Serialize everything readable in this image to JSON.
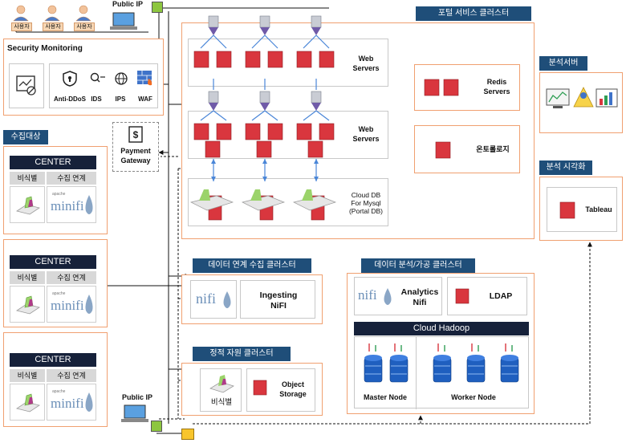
{
  "users": [
    "사용자",
    "사용자",
    "사용자"
  ],
  "public_ip_top": "Public IP",
  "public_ip_bottom": "Public IP",
  "security": {
    "title": "Security Monitoring",
    "items": [
      "Anti-DDoS",
      "IDS",
      "IPS",
      "WAF"
    ]
  },
  "payment": {
    "line1": "Payment",
    "line2": "Gateway"
  },
  "collection": {
    "title": "수집대상",
    "centers": [
      {
        "name": "CENTER",
        "col1": "비식별",
        "col2": "수집 연계",
        "logo": "minifi",
        "logo_small": "apache"
      },
      {
        "name": "CENTER",
        "col1": "비식별",
        "col2": "수집 연계",
        "logo": "minifi",
        "logo_small": "apache"
      },
      {
        "name": "CENTER",
        "col1": "비식별",
        "col2": "수집 연계",
        "logo": "minifi",
        "logo_small": "apache"
      }
    ]
  },
  "portal": {
    "title": "포털 서비스 클러스터",
    "web1": {
      "line1": "Web",
      "line2": "Servers"
    },
    "web2": {
      "line1": "Web",
      "line2": "Servers"
    },
    "db": {
      "line1": "Cloud DB",
      "line2": "For Mysql",
      "line3": "(Portal DB)"
    },
    "redis": {
      "line1": "Redis",
      "line2": "Servers"
    },
    "ontology": "온토롤로지"
  },
  "analysis_server": {
    "title": "분석서버"
  },
  "visualization": {
    "title": "분석 시각화",
    "tool": "Tableau"
  },
  "ingest": {
    "title": "데이터 연계 수집 클러스터",
    "logo": "nifi",
    "line1": "Ingesting",
    "line2": "NiFI"
  },
  "static": {
    "title": "정적 자원 클러스터",
    "deid": "비식별",
    "line1": "Object",
    "line2": "Storage"
  },
  "analytics": {
    "title": "데이터 분석/가공 클러스터",
    "logo": "nifi",
    "line1": "Analytics",
    "line2": "Nifi",
    "ldap": "LDAP",
    "hadoop": "Cloud Hadoop",
    "master": "Master Node",
    "worker": "Worker Node"
  },
  "colors": {
    "navy": "#16213a",
    "blue_title": "#1f4e79",
    "orange_border": "#f0a070",
    "red": "#d9363e",
    "db_blue": "#1f5fbf"
  }
}
